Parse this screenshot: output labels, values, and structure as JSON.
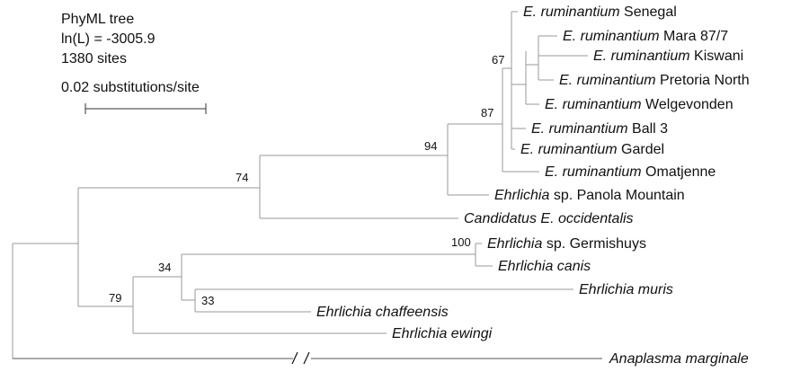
{
  "header": {
    "program": "PhyML tree",
    "likelihood": "ln(L) = -3005.9",
    "sites": "1380 sites"
  },
  "scale_bar": {
    "label": "0.02 substitutions/site"
  },
  "taxa": [
    {
      "genus": "E. ruminantium",
      "rest": "Senegal",
      "italic_all": false
    },
    {
      "genus": "E. ruminantium",
      "rest": "Mara 87/7",
      "italic_all": false
    },
    {
      "genus": "E. ruminantium",
      "rest": "Kiswani",
      "italic_all": false
    },
    {
      "genus": "E. ruminantium",
      "rest": "Pretoria North",
      "italic_all": false
    },
    {
      "genus": "E. ruminantium",
      "rest": "Welgevonden",
      "italic_all": false
    },
    {
      "genus": "E. ruminantium",
      "rest": "Ball 3",
      "italic_all": false
    },
    {
      "genus": "E. ruminantium",
      "rest": "Gardel",
      "italic_all": false
    },
    {
      "genus": "E. ruminantium",
      "rest": "Omatjenne",
      "italic_all": false
    },
    {
      "genus": "Ehrlichia",
      "rest": "sp. Panola Mountain",
      "italic_all": false
    },
    {
      "genus": "Candidatus E. occidentalis",
      "rest": "",
      "italic_all": true
    },
    {
      "genus": "Ehrlichia",
      "rest": "sp. Germishuys",
      "italic_all": false
    },
    {
      "genus": "Ehrlichia canis",
      "rest": "",
      "italic_all": true
    },
    {
      "genus": "Ehrlichia muris",
      "rest": "",
      "italic_all": true
    },
    {
      "genus": "Ehrlichia chaffeensis",
      "rest": "",
      "italic_all": true
    },
    {
      "genus": "Ehrlichia ewingi",
      "rest": "",
      "italic_all": true
    },
    {
      "genus": "Anaplasma marginale",
      "rest": "",
      "italic_all": true
    }
  ],
  "support_values": [
    {
      "clade": "ruminantium-inner",
      "value": "67"
    },
    {
      "clade": "ruminantium-all",
      "value": "87"
    },
    {
      "clade": "panola-ruminantium",
      "value": "94"
    },
    {
      "clade": "occidentalis-group",
      "value": "74"
    },
    {
      "clade": "germishuys-canis",
      "value": "100"
    },
    {
      "clade": "canis-muris-chaffeensis",
      "value": "34"
    },
    {
      "clade": "muris-chaffeensis",
      "value": "33"
    },
    {
      "clade": "canis-group",
      "value": "79"
    }
  ]
}
